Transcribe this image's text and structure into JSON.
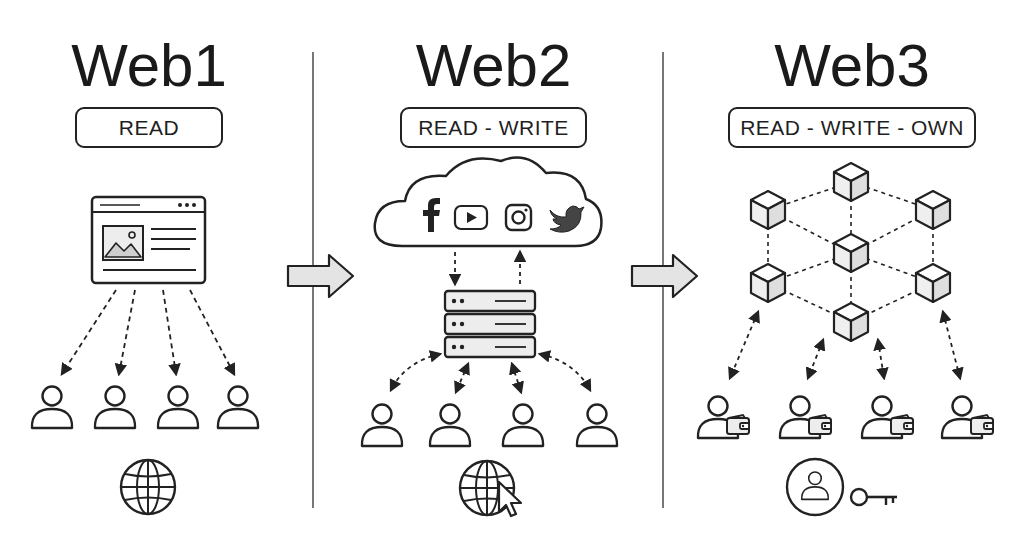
{
  "diagram": {
    "nodes": [
      {
        "text": [
          "Web1",
          "READ"
        ]
      },
      {
        "text": [
          "Web2",
          "READ - WRITE"
        ]
      },
      {
        "text": [
          "Web3",
          "READ - WRITE - OWN"
        ]
      }
    ]
  }
}
